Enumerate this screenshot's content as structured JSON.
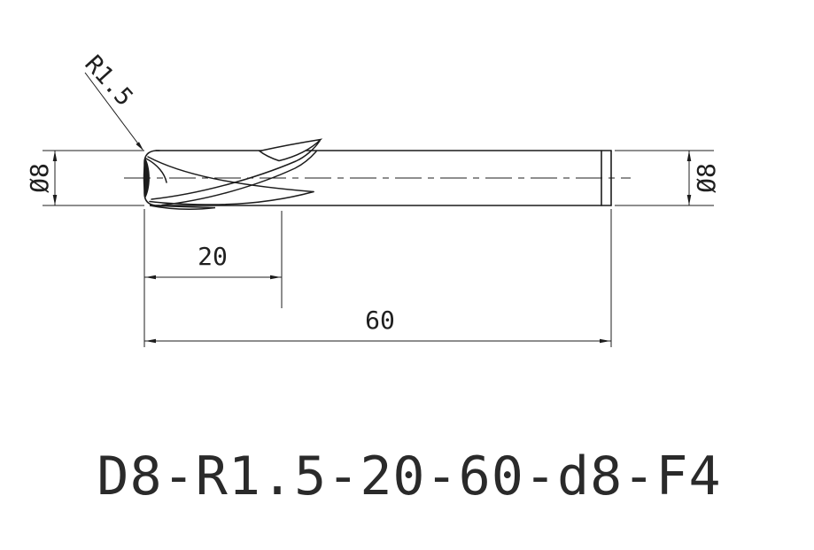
{
  "page": {
    "background": "#ffffff"
  },
  "drawing": {
    "title": "D8-R1.5-20-60-d8-F4",
    "type_label": "end-mill-technical-drawing",
    "dimensions": {
      "corner_radius": "R1.5",
      "left_diameter": "Ø8",
      "right_diameter": "Ø8",
      "flute_length": "20",
      "overall_length": "60"
    },
    "colors": {
      "line": "#1c1c1c",
      "text": "#1f1f1f"
    }
  }
}
